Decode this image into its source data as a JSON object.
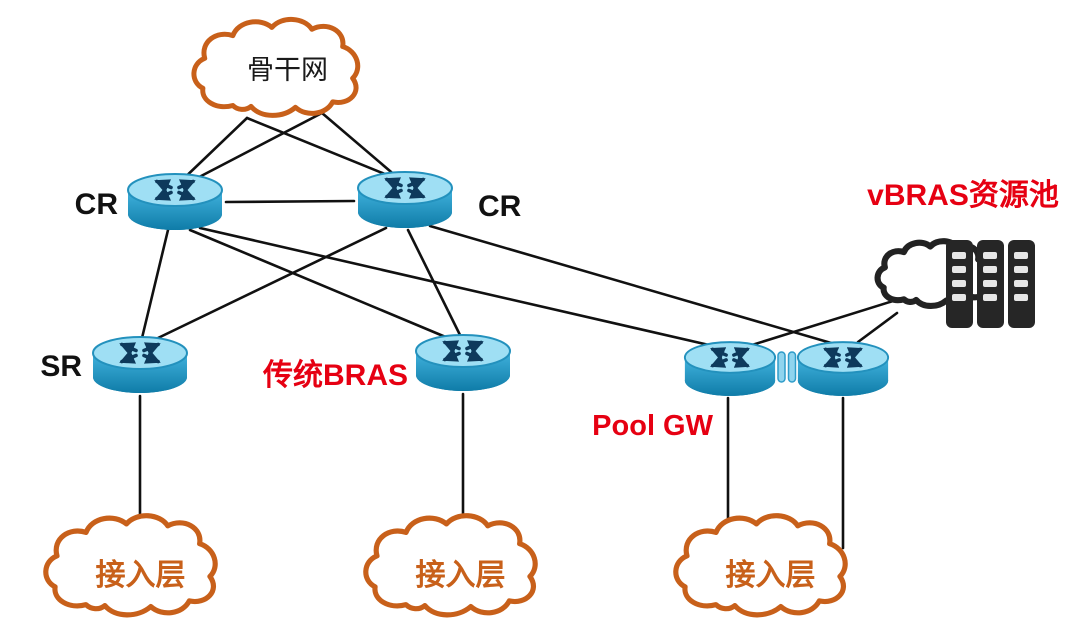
{
  "diagram": {
    "type": "network-topology",
    "nodes": {
      "backbone": {
        "label": "骨干网",
        "kind": "cloud"
      },
      "cr_left": {
        "label": "CR",
        "kind": "router"
      },
      "cr_right": {
        "label": "CR",
        "kind": "router"
      },
      "sr": {
        "label": "SR",
        "kind": "router"
      },
      "legacy_bras": {
        "label": "传统BRAS",
        "kind": "router"
      },
      "pool_gw": {
        "label": "Pool GW",
        "kind": "router-pair"
      },
      "vbras_pool": {
        "label": "vBRAS资源池",
        "kind": "cloud-with-servers"
      },
      "access_left": {
        "label": "接入层",
        "kind": "cloud"
      },
      "access_middle": {
        "label": "接入层",
        "kind": "cloud"
      },
      "access_right": {
        "label": "接入层",
        "kind": "cloud"
      }
    },
    "edges": [
      [
        "backbone",
        "cr_left"
      ],
      [
        "backbone",
        "cr_right"
      ],
      [
        "cr_left",
        "cr_right"
      ],
      [
        "cr_left",
        "sr"
      ],
      [
        "cr_left",
        "legacy_bras"
      ],
      [
        "cr_right",
        "sr"
      ],
      [
        "cr_right",
        "legacy_bras"
      ],
      [
        "cr_left",
        "pool_gw_left"
      ],
      [
        "cr_right",
        "pool_gw_right"
      ],
      [
        "pool_gw_left",
        "pool_gw_right"
      ],
      [
        "pool_gw_left",
        "vbras_pool"
      ],
      [
        "pool_gw_right",
        "vbras_pool"
      ],
      [
        "sr",
        "access_left"
      ],
      [
        "legacy_bras",
        "access_middle"
      ],
      [
        "pool_gw_left",
        "access_right"
      ],
      [
        "pool_gw_right",
        "access_right"
      ]
    ],
    "colors": {
      "cloud_outline": "#C8601A",
      "access_label": "#C8601A",
      "highlight_red": "#E60012",
      "node_label": "#111111",
      "line": "#111111",
      "router_top": "#9FDFF4",
      "router_body": "#1E97C6",
      "dark_icon": "#222222"
    }
  }
}
